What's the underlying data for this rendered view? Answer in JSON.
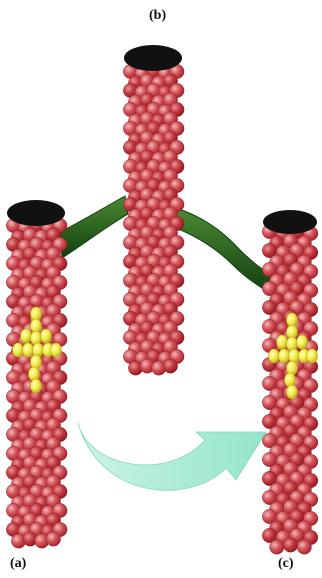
{
  "figure": {
    "labels": {
      "a": "(a)",
      "b": "(b)",
      "c": "(c)"
    },
    "colors": {
      "bead_dark": "#b7252c",
      "bead_mid": "#cf4a50",
      "bead_light": "#e7a1a4",
      "lumen": "#111111",
      "connector": "#2f6b22",
      "connector_dark": "#123f10",
      "cluster": "#f3e94c",
      "cluster_edge": "#b9ad19",
      "arrow": "#a9ecd6"
    },
    "icons": {
      "tube_a": "microtubule-shape",
      "tube_b": "microtubule-shape",
      "tube_c": "microtubule-shape",
      "arrow": "curved-arrow-shape",
      "cluster": "cross-cluster-shape"
    }
  }
}
